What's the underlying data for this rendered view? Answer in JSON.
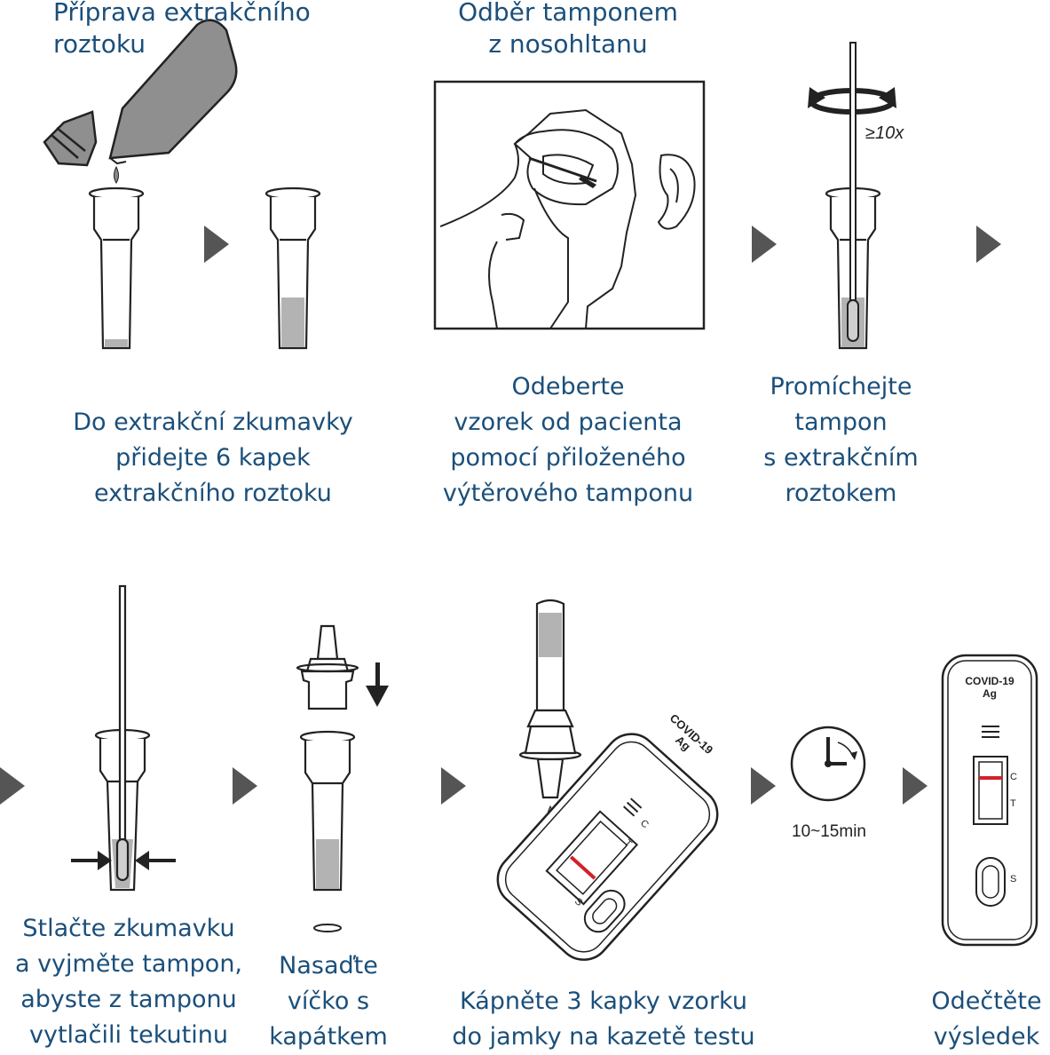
{
  "step1": {
    "title_lines": [
      "Příprava extrakčního",
      "roztoku"
    ],
    "caption_lines": [
      "Do extrakční zkumavky",
      "přidejte 6 kapek",
      "extrakčního roztoku"
    ]
  },
  "step2": {
    "title_lines": [
      "Odběr tamponem",
      "z nosohltanu"
    ],
    "caption_lines": [
      "Odeberte",
      "vzorek od pacienta",
      "pomocí přiloženého",
      "výtěrového tamponu"
    ]
  },
  "step3": {
    "rotation_label": "≥10x",
    "caption_lines": [
      "Promíchejte",
      "tampon",
      "s extrakčním",
      "roztokem"
    ]
  },
  "step4": {
    "caption_lines": [
      "Stlačte zkumavku",
      "a vyjměte tampon,",
      "abyste z tamponu",
      "vytlačili tekutinu"
    ]
  },
  "step5": {
    "caption_lines": [
      "Nasaďte",
      "víčko s",
      "kapátkem"
    ]
  },
  "step6": {
    "cassette_label_lines": [
      "COVID-19",
      "Ag"
    ],
    "c_label": "C",
    "t_label": "T",
    "s_label": "S",
    "caption_lines": [
      "Kápněte 3 kapky vzorku",
      "do jamky na kazetě testu"
    ]
  },
  "step7": {
    "time_label": "10~15min"
  },
  "step8": {
    "cassette_label_lines": [
      "COVID-19",
      "Ag"
    ],
    "c_label": "C",
    "t_label": "T",
    "s_label": "S",
    "caption_lines": [
      "Odečtěte",
      "výsledek"
    ]
  },
  "colors": {
    "text": "#1b4f7a",
    "liquid": "#b3b3b3",
    "control_line": "#d4202a"
  }
}
